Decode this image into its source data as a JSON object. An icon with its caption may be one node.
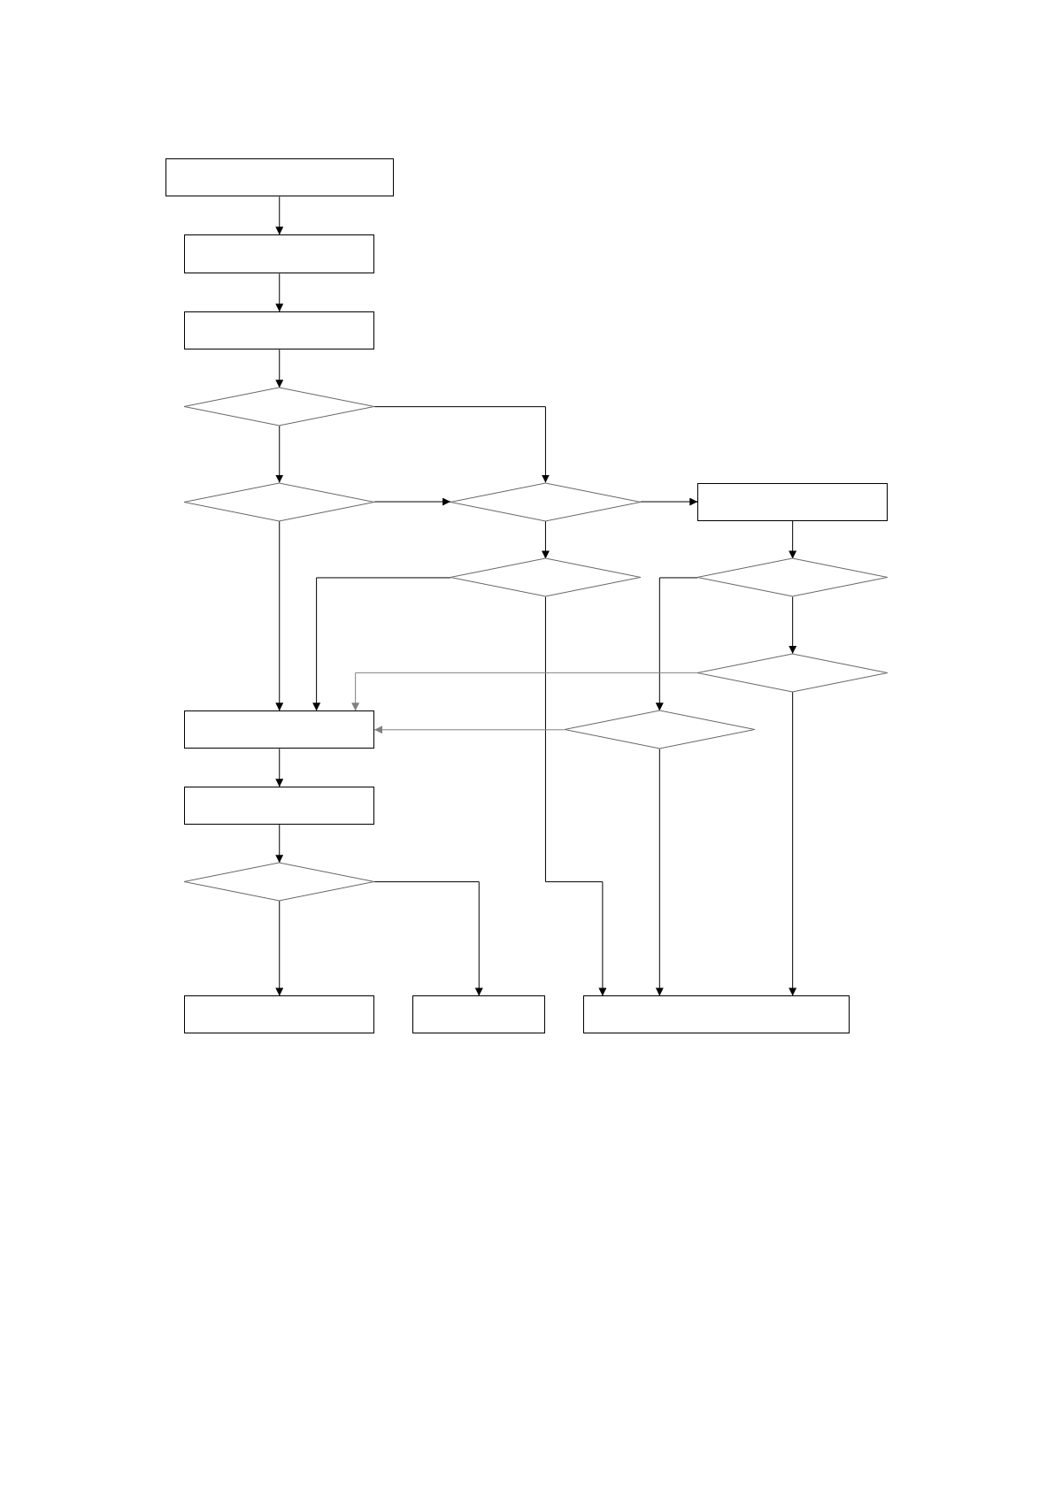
{
  "diagram": {
    "nodes": [
      {
        "text": [],
        "shape": "box"
      },
      {
        "text": [],
        "shape": "box"
      },
      {
        "text": [],
        "shape": "box"
      },
      {
        "text": [],
        "shape": "diamond"
      },
      {
        "text": [],
        "shape": "diamond"
      },
      {
        "text": [],
        "shape": "diamond"
      },
      {
        "text": [],
        "shape": "box"
      },
      {
        "text": [],
        "shape": "diamond"
      },
      {
        "text": [],
        "shape": "diamond"
      },
      {
        "text": [],
        "shape": "diamond"
      },
      {
        "text": [],
        "shape": "box"
      },
      {
        "text": [],
        "shape": "diamond"
      },
      {
        "text": [],
        "shape": "box"
      },
      {
        "text": [],
        "shape": "diamond"
      },
      {
        "text": [],
        "shape": "box"
      },
      {
        "text": [],
        "shape": "box"
      },
      {
        "text": [],
        "shape": "box"
      }
    ],
    "edges": [
      {
        "from": 0,
        "to": 1,
        "arrow": "to"
      },
      {
        "from": 1,
        "to": 2,
        "arrow": "to"
      },
      {
        "from": 2,
        "to": 3,
        "arrow": "to"
      },
      {
        "from": 3,
        "to": 4,
        "arrow": "to"
      },
      {
        "from": 3,
        "to": 5,
        "arrow": "to"
      },
      {
        "from": 4,
        "to": 5,
        "arrow": "to"
      },
      {
        "from": 4,
        "to": 10,
        "arrow": "to"
      },
      {
        "from": 5,
        "to": 6,
        "arrow": "to"
      },
      {
        "from": 5,
        "to": 7,
        "arrow": "to"
      },
      {
        "from": 6,
        "to": 8,
        "arrow": "to"
      },
      {
        "from": 7,
        "to": 10,
        "arrow": "to"
      },
      {
        "from": 7,
        "to": 16,
        "arrow": "to"
      },
      {
        "from": 8,
        "to": 11,
        "arrow": "to"
      },
      {
        "from": 8,
        "to": 9,
        "arrow": "to"
      },
      {
        "from": 9,
        "to": 10,
        "arrow": "to",
        "color": "#808080"
      },
      {
        "from": 11,
        "to": 10,
        "arrow": "to",
        "color": "#808080"
      },
      {
        "from": 9,
        "to": 16,
        "arrow": "to"
      },
      {
        "from": 11,
        "to": 16,
        "arrow": "to"
      },
      {
        "from": 10,
        "to": 12,
        "arrow": "to"
      },
      {
        "from": 12,
        "to": 13,
        "arrow": "to"
      },
      {
        "from": 13,
        "to": 14,
        "arrow": "to"
      },
      {
        "from": 13,
        "to": 15,
        "arrow": "to"
      }
    ]
  }
}
